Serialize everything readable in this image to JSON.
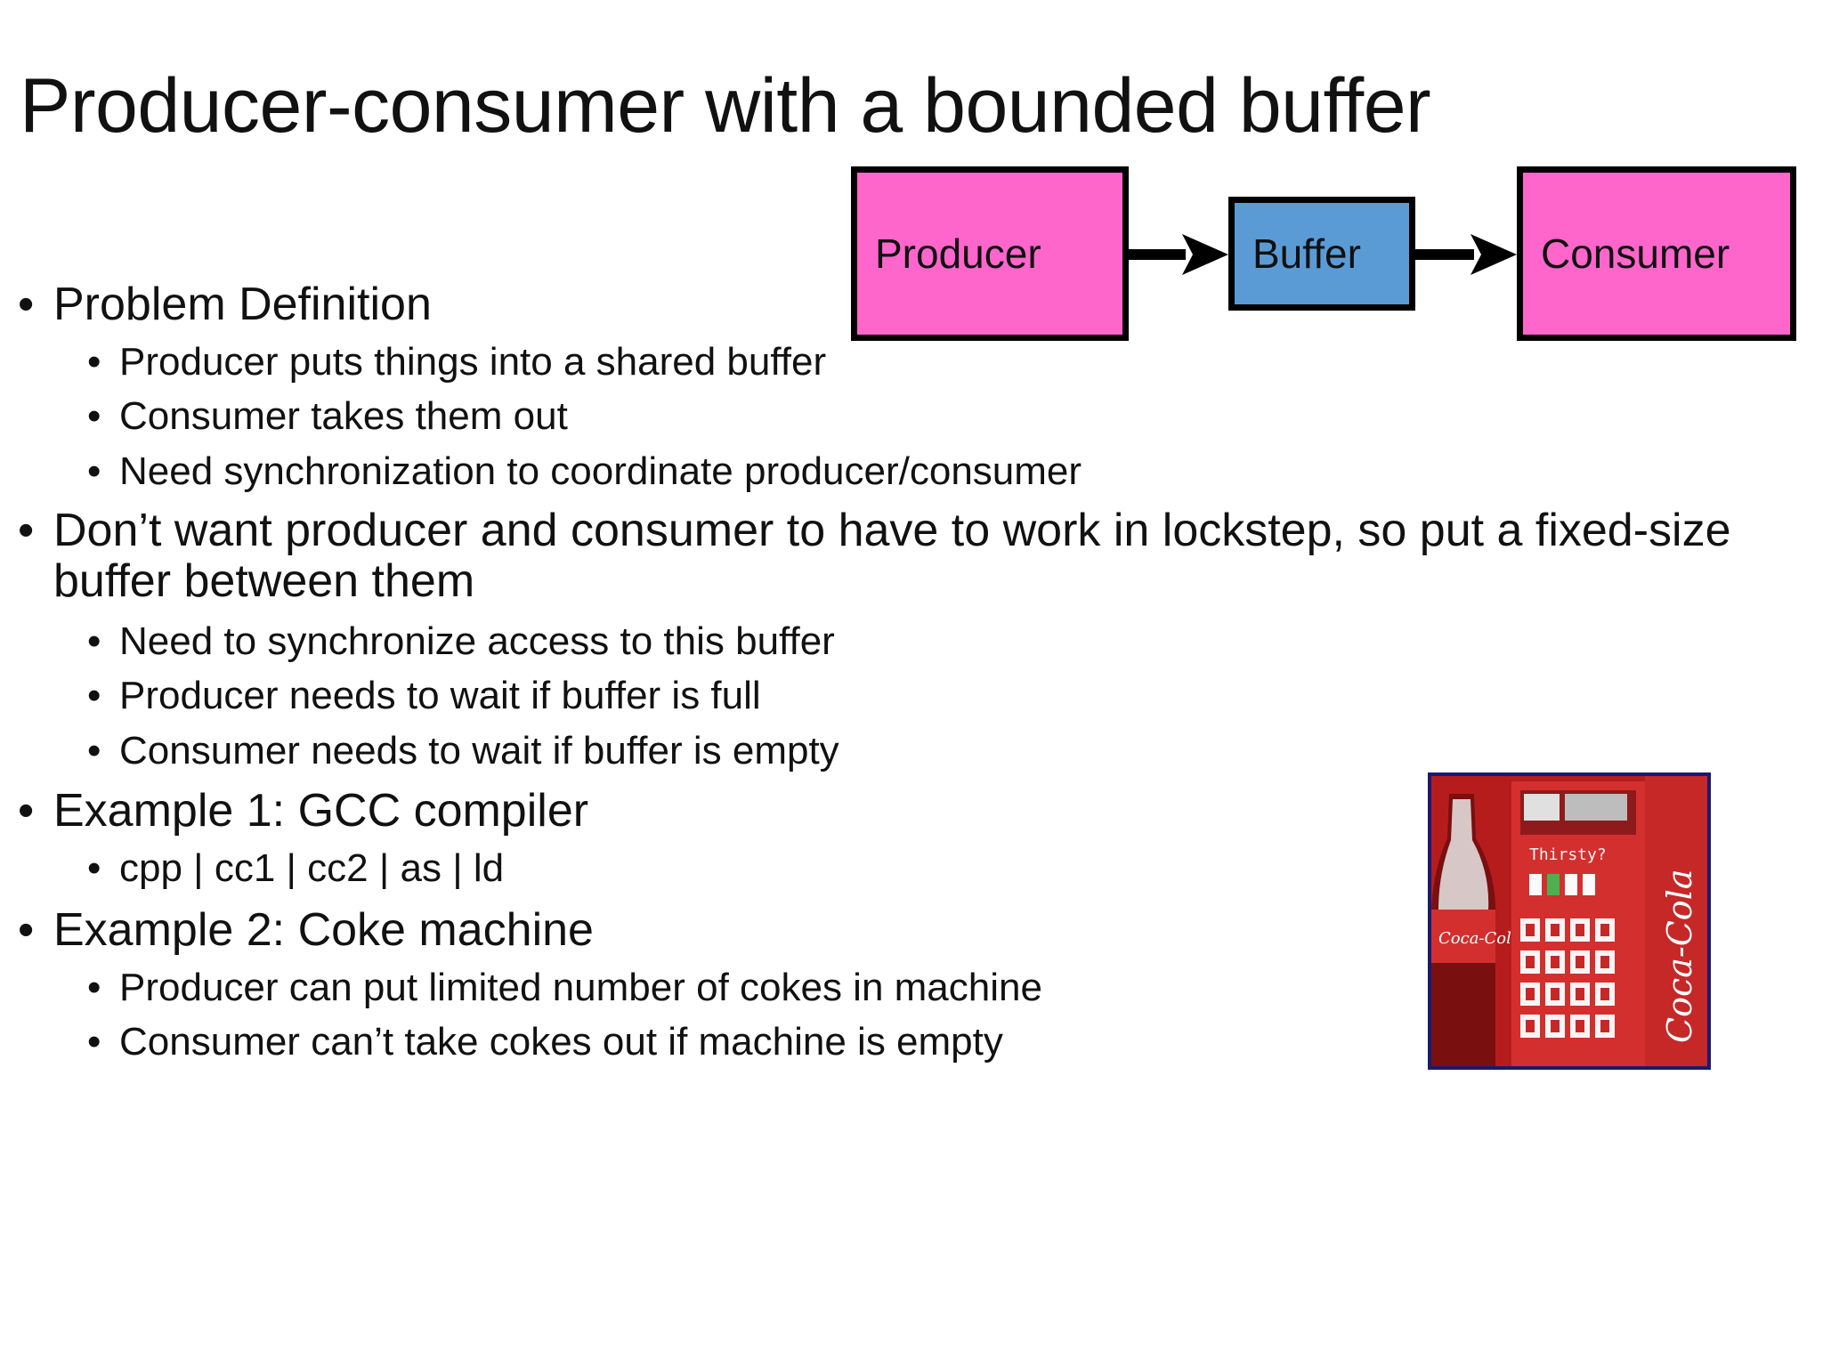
{
  "slide": {
    "title": "Producer-consumer with a bounded buffer",
    "bullets": [
      {
        "text": "Problem Definition"
      },
      {
        "text": "Producer puts things into a shared buffer"
      },
      {
        "text": "Consumer takes them out"
      },
      {
        "text": "Need synchronization to coordinate producer/consumer"
      },
      {
        "text": "Don’t want producer and consumer to have to work in lockstep, so put a fixed-size buffer between them"
      },
      {
        "text": "Need to synchronize access to this buffer"
      },
      {
        "text": "Producer needs to wait if buffer is full"
      },
      {
        "text": "Consumer needs to wait if buffer is empty"
      },
      {
        "text": "Example 1: GCC compiler"
      },
      {
        "text": "cpp | cc1 | cc2 | as | ld"
      },
      {
        "text": "Example 2: Coke machine"
      },
      {
        "text": "Producer can put limited number of cokes in machine"
      },
      {
        "text": "Consumer can’t take cokes out if machine is empty"
      }
    ],
    "bullet_symbol": "•"
  },
  "diagram": {
    "producer_label": "Producer",
    "buffer_label": "Buffer",
    "consumer_label": "Consumer",
    "colors": {
      "producer": "#ff66cc",
      "buffer": "#5b9bd5",
      "consumer": "#ff66cc",
      "border": "#000000"
    }
  },
  "image": {
    "sign_text": "Thirsty?",
    "logo_text": "Coca-Cola",
    "colors": {
      "primary": "#c8201f",
      "frame": "#1a1a6e"
    }
  }
}
